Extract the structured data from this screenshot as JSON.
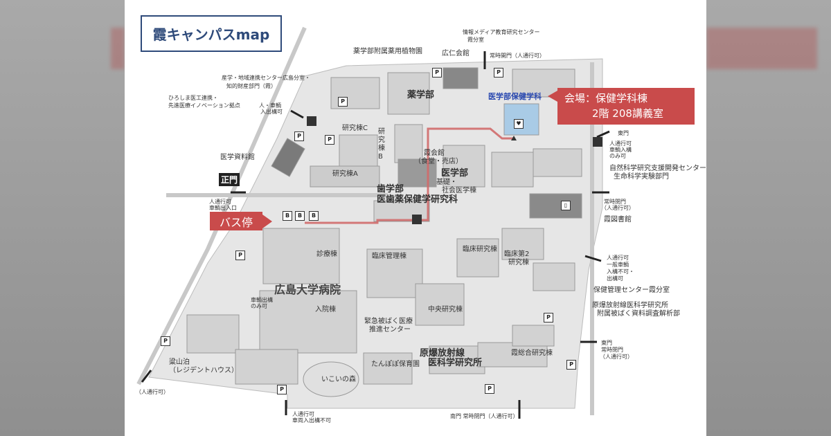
{
  "title": "霞キャンパスmap",
  "venue_callout": {
    "line1": "会場：保健学科棟",
    "line2": "2階 208講義室"
  },
  "bus_stop": "バス停",
  "main_gate": "正門",
  "colors": {
    "route": "#d06a6a",
    "callout": "#c94b4b",
    "title_border": "#2e4a7a",
    "highlight_building": "#a9cbe6"
  },
  "labels": {
    "herb_garden": "薬学部附属薬用植物園",
    "media_center_1": "情報メディア教育研究センター",
    "media_center_2": "霞分室",
    "kojin_kaikan": "広仁会館",
    "north_gate": "常時開門（人通行可）",
    "sangaku_1": "産学・地域連携センター広島分室・",
    "sangaku_2": "知的財産部門（霞）",
    "ikou_1": "ひろしま医工連携・",
    "ikou_2": "先進医療イノベーション拠点",
    "people_car_1": "人・車輌",
    "people_car_2": "入出構可",
    "pharmacy": "薬学部",
    "health_sciences": "医学部保健学科",
    "research_c": "研究棟C",
    "research_b": "研究棟B",
    "east_gate": "東門",
    "east_gate_note_1": "人通行可",
    "east_gate_note_2": "車輌入構",
    "east_gate_note_3": "のみ可",
    "medical_archives": "医学資料館",
    "kasumi_kaikan_1": "霞会館",
    "kasumi_kaikan_2": "（食堂・売店）",
    "medicine": "医学部",
    "basic_social_1": "基礎・",
    "basic_social_2": "社会医学棟",
    "research_a": "研究棟A",
    "natural_science_1": "自然科学研究支援開発センター",
    "natural_science_2": "生命科学実験部門",
    "main_gate_note_1": "人通行可",
    "main_gate_note_2": "車輌出入口",
    "dentistry_1": "歯学部",
    "dentistry_2": "医歯薬保健学研究科",
    "closed_gate_1": "常時閉門",
    "closed_gate_2": "（人通行可）",
    "library": "霞図書館",
    "clinic": "診療棟",
    "clinical_admin": "臨床管理棟",
    "clinical_research": "臨床研究棟",
    "clinical_research2_1": "臨床第2",
    "clinical_research2_2": "研究棟",
    "side_gate_1": "人通行可",
    "side_gate_2": "一般車輌",
    "side_gate_3": "入構不可・",
    "side_gate_4": "出構可",
    "hospital": "広島大学病院",
    "health_center": "保健管理センター霞分室",
    "rirbm_annex_1": "原爆放射線医科学研究所",
    "rirbm_annex_2": "附属被ばく資料調査解析部",
    "car_exit_1": "車輌出構",
    "car_exit_2": "のみ可",
    "ward": "入院棟",
    "central_research": "中央研究棟",
    "emergency_1": "緊急被ばく医療",
    "emergency_2": "推進センター",
    "east_gate2_1": "東門",
    "east_gate2_2": "常時閉門",
    "east_gate2_3": "（人通行可）",
    "ryozanpaku_1": "粱山泊",
    "ryozanpaku_2": "（レジデントハウス）",
    "rirbm_1": "原爆放射線",
    "rirbm_2": "医科学研究所",
    "kasumi_research": "霞総合研究棟",
    "tanpopo": "たんぽぽ保育園",
    "ikoi": "いこいの森",
    "sw_gate": "（人通行可）",
    "south_side_1": "人通行可",
    "south_side_2": "車両入出構不可",
    "south_gate": "南門 常時閉門（人通行可）"
  }
}
